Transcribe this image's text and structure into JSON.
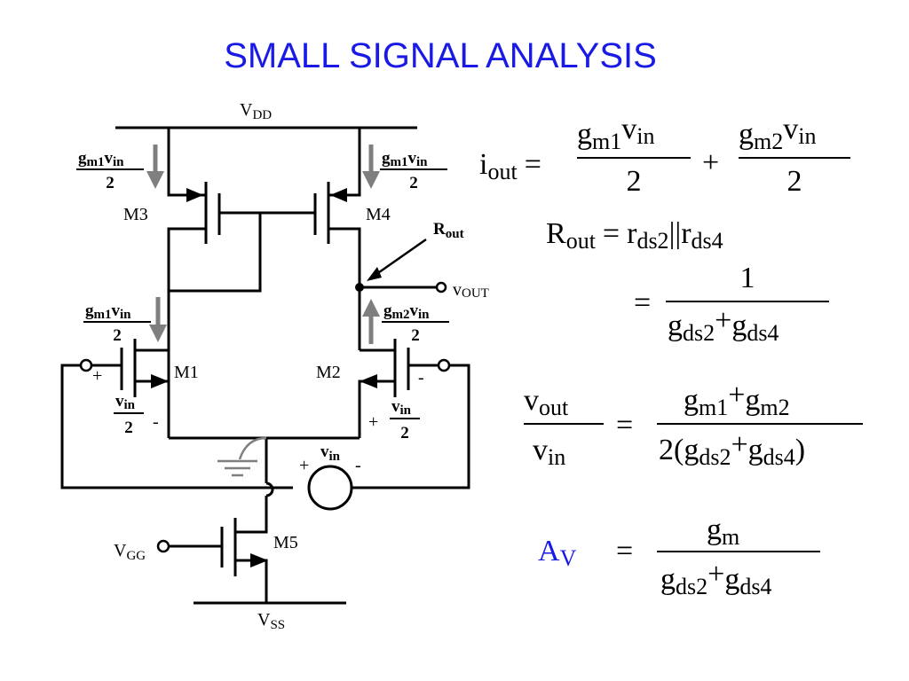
{
  "title": "SMALL SIGNAL ANALYSIS",
  "circuit": {
    "vdd": {
      "main": "V",
      "sub": "DD"
    },
    "vss": {
      "main": "V",
      "sub": "SS"
    },
    "vgg": {
      "main": "V",
      "sub": "GG"
    },
    "transistors": [
      "M1",
      "M2",
      "M3",
      "M4",
      "M5"
    ],
    "rout": {
      "main": "R",
      "sub": "out"
    },
    "vout": {
      "main": "v",
      "sub": "OUT"
    },
    "vin_source": {
      "main": "v",
      "sub": "in",
      "plus": "+",
      "minus": "-"
    },
    "current_m1": {
      "g": "g",
      "gsub": "m1",
      "v": "v",
      "vsub": "in",
      "den": "2"
    },
    "current_m2": {
      "g": "g",
      "gsub": "m2",
      "v": "v",
      "vsub": "in",
      "den": "2"
    },
    "vin_half": {
      "v": "v",
      "vsub": "in",
      "den": "2"
    },
    "polarity": {
      "plus": "+",
      "minus": "-"
    }
  },
  "equations": {
    "iout": {
      "lhs_main": "i",
      "lhs_sub": "out",
      "g": "g",
      "sub1": "m1",
      "sub2": "m2",
      "v": "v",
      "vsub": "in",
      "den": "2",
      "eq": "=",
      "plus": "+"
    },
    "rout": {
      "main": "R",
      "sub": "out",
      "eq": "=",
      "r": "r",
      "sub1": "ds2",
      "par": "||",
      "sub2": "ds4"
    },
    "rout_frac": {
      "eq": "=",
      "num": "1",
      "g": "g",
      "sub1": "ds2",
      "sub2": "ds4",
      "plus": "+"
    },
    "gain": {
      "v": "v",
      "num_sub": "out",
      "den_sub": "in",
      "eq": "=",
      "g": "g",
      "sub1": "m1",
      "sub2": "m2",
      "plus": "+",
      "two": "2(",
      "close": ")",
      "dsub1": "ds2",
      "dsub2": "ds4"
    },
    "av": {
      "main": "A",
      "sub": "V",
      "eq": "=",
      "g": "g",
      "num_sub": "m",
      "sub1": "ds2",
      "sub2": "ds4",
      "plus": "+"
    }
  },
  "colors": {
    "title": "#1a1ae6",
    "arrow_gray": "#7f7f7f",
    "av": "#1a1ae6"
  }
}
